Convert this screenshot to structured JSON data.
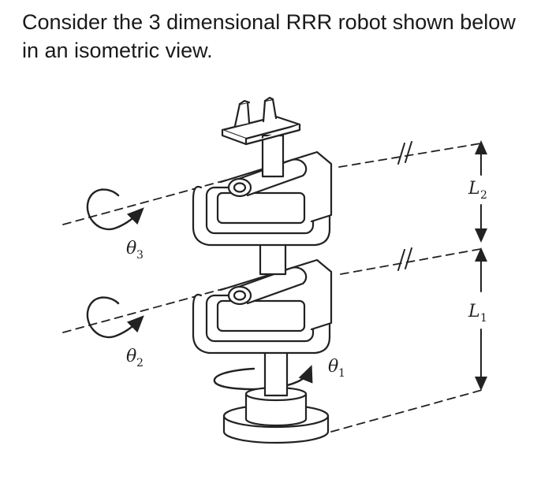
{
  "question": {
    "line1": "Consider the 3 dimensional RRR robot shown below",
    "line2": "in an isometric view."
  },
  "labels": {
    "theta3": {
      "symbol": "θ",
      "sub": "3"
    },
    "theta2": {
      "symbol": "θ",
      "sub": "2"
    },
    "theta1": {
      "symbol": "θ",
      "sub": "1"
    },
    "L2": {
      "symbol": "L",
      "sub": "2"
    },
    "L1": {
      "symbol": "L",
      "sub": "1"
    }
  },
  "colors": {
    "stroke": "#222222",
    "text": "#1a1a1a",
    "background": "#ffffff"
  }
}
